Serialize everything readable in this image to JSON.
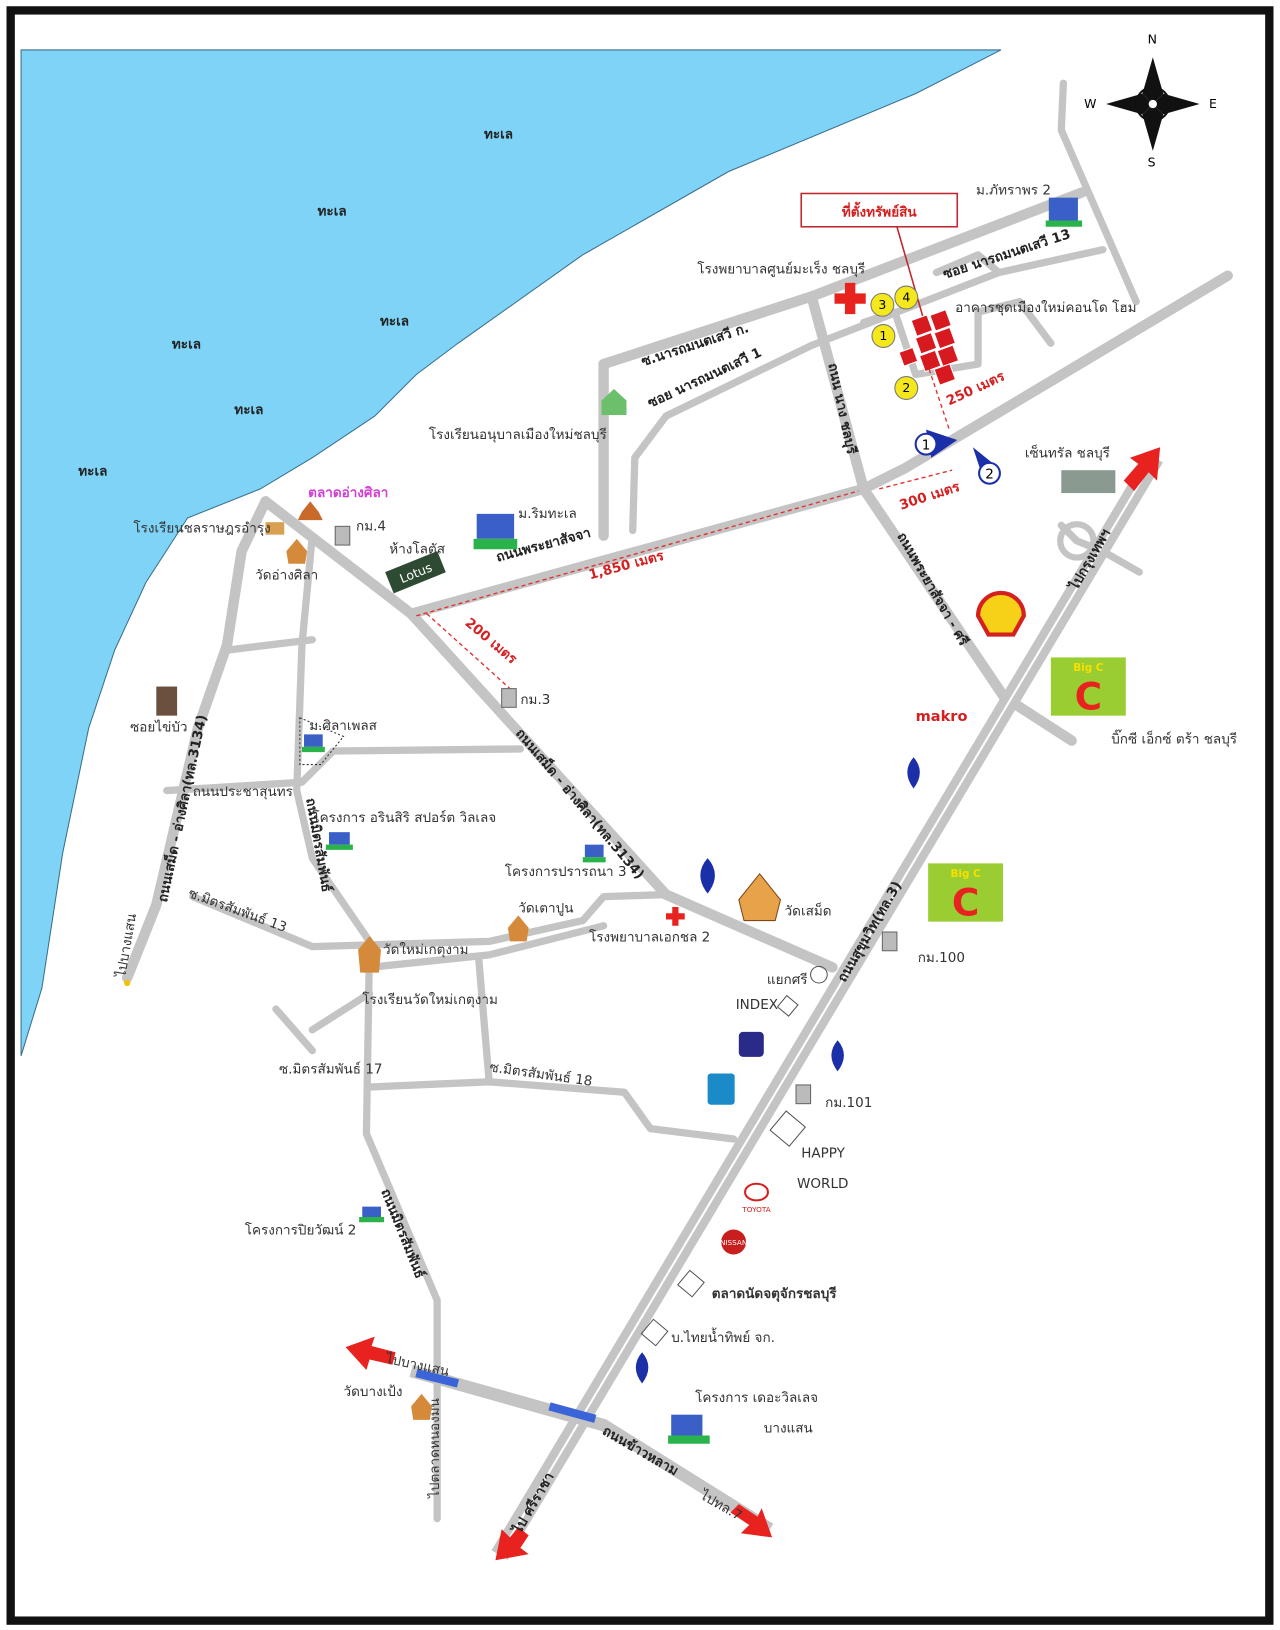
{
  "colors": {
    "sea": "#7fd3f7",
    "road": "#c4c4c4",
    "accent_red": "#d42020",
    "frame": "#111111"
  },
  "compass": {
    "n": "N",
    "s": "S",
    "e": "E",
    "w": "W"
  },
  "sea_labels": [
    "ทะเล",
    "ทะเล",
    "ทะเล",
    "ทะเล",
    "ทะเล",
    "ทะเล"
  ],
  "property": {
    "title": "ที่ตั้งทรัพย์สิน",
    "markers": [
      "1",
      "2",
      "3",
      "4"
    ],
    "access_points": [
      "1",
      "2"
    ]
  },
  "distances": [
    "250 เมตร",
    "300 เมตร",
    "1,850 เมตร",
    "200 เมตร"
  ],
  "roads": {
    "phraya_satcha": "ถนนพระยาสัจจา",
    "phraya_satcha_sri": "ถนนพระยาสัจจา - ศรี",
    "nang_chonburi": "ถนน นาง ชลบุรี",
    "soi_narathon_13": "ซอย นารถมนตเสวี 13",
    "soi_narathon_k": "ซ.นารถมนตเสวี ก.",
    "soi_narathon_1": "ซอย นารถมนตเสวี 1",
    "samet_angsila": "ถนนเสม็ด - อ่างศิลา(ทล.3134)",
    "coastal": "ถนนเสม็ด - อ่างศิลา(ทล.3134)",
    "prachasunthon": "ถนนประชาสุนทร",
    "mitsamphan": "ถนนมิตรสัมพันธ์",
    "mitsamphan_2": "ถนนมิตรสัมพันธ์",
    "soi_13": "ซ.มิตรสัมพันธ์ 13",
    "soi_17": "ซ.มิตรสัมพันธ์ 17",
    "soi_18": "ซ.มิตรสัมพันธ์ 18",
    "sukhumvit": "ถนนสุขุมวิท(ทล.3)",
    "khaolam": "ถนนข้าวหลาม",
    "to_bangkok": "ไปกรุงเทพฯ",
    "to_sriracha": "ไป ศรีราชา",
    "to_bangsaen": "ไปบางแสน",
    "to_bangsaen_2": "ไปบางแสน",
    "to_tl7": "ไปทล.7",
    "to_talat_nong_mon": "ไปตลาดหนองมน"
  },
  "places": {
    "phattharaphon": "ม.ภัทราพร 2",
    "hospital_mareng": "โรงพยาบาลศูนย์มะเร็ง ชลบุรี",
    "condo": "อาคารชุดเมืองใหม่คอนโด โฮม",
    "kindergarten": "โรงเรียนอนุบาลเมืองใหม่ชลบุรี",
    "central": "เซ็นทรัล ชลบุรี",
    "talat_angsila": "ตลาดอ่างศิลา",
    "school_chonrat": "โรงเรียนชลราษฎรอำรุง",
    "wat_angsila": "วัดอ่างศิลา",
    "km4": "กม.4",
    "lotus_store": "ห้างโลตัส",
    "lotus_logo": "Lotus",
    "rim_thale": "ม.ริมทะเล",
    "km3": "กม.3",
    "soi_khai_bua": "ซอยไข่บัว",
    "sila_place": "ม.ศิลาเพลส",
    "arinsiri": "โครงการ อรินสิริ สปอร์ต วิลเลจ",
    "prathana3": "โครงการปรารถนา 3",
    "wat_samet": "วัดเสม็ด",
    "wat_taopun": "วัดเตาปูน",
    "hospital_aekchon": "โรงพยาบาลเอกชล 2",
    "wat_mai_ket": "วัดใหม่เกตุงาม",
    "school_wat_mai": "โรงเรียนวัดใหม่เกตุงาม",
    "makro": "makro",
    "bigc_extra": "บิ๊กซี เอ็กซ์ ตร้า ชลบุรี",
    "km100": "กม.100",
    "yaek_sri": "แยกศรี",
    "index": "INDEX",
    "km101": "กม.101",
    "happy": "HAPPY",
    "world": "WORLD",
    "toyota": "TOYOTA",
    "nissan": "NISSAN",
    "talat_chatuchak": "ตลาดนัดจตุจักรชลบุรี",
    "thai_namthip": "บ.ไทยน้ำทิพย์ จก.",
    "piyawan": "โครงการปิยวัฒน์ 2",
    "wat_bang_pheng": "วัดบางเป้ง",
    "village": "โครงการ เดอะวิลเลจ",
    "village_2": "บางแสน",
    "bigc": "Big C"
  }
}
